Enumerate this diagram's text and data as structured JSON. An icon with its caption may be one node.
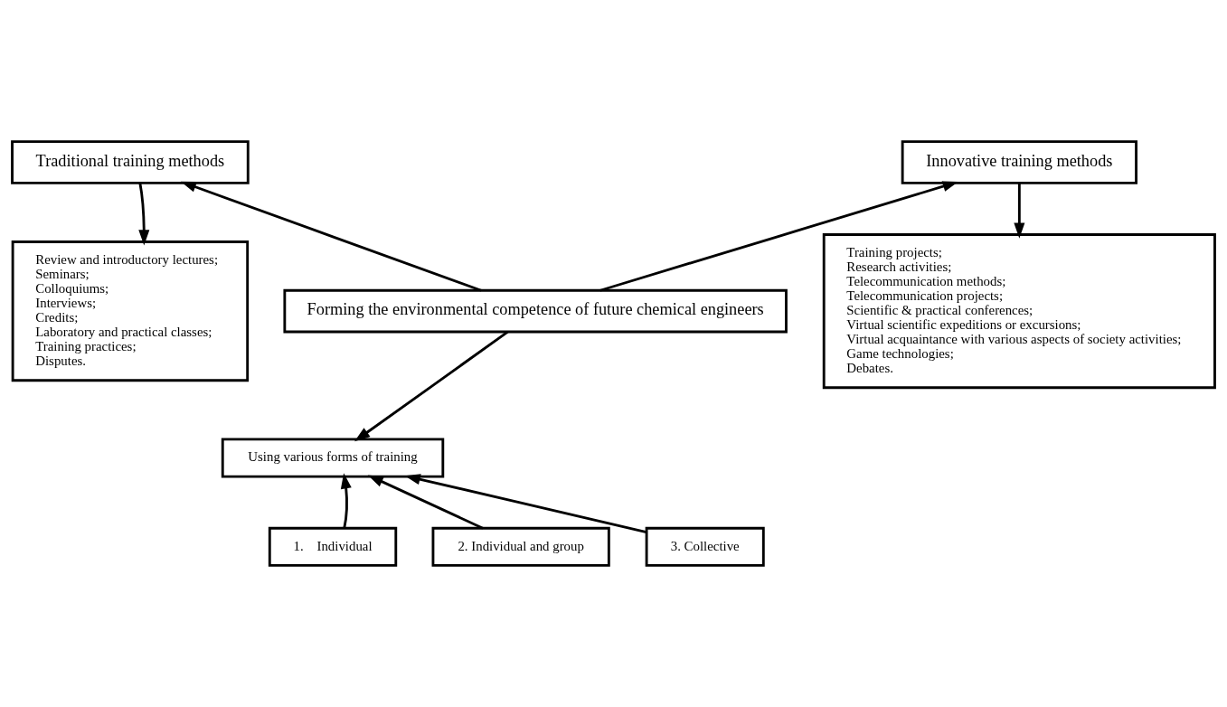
{
  "diagram": {
    "nodes": [
      {
        "text": [
          "Traditional training methods"
        ]
      },
      {
        "text": [
          "Innovative training methods"
        ]
      },
      {
        "text": [
          "Review and introductory lectures;",
          "Seminars;",
          "Colloquiums;",
          "Interviews;",
          "Credits;",
          "Laboratory and practical classes;",
          "Training practices;",
          "Disputes."
        ]
      },
      {
        "text": [
          "Forming the environmental competence of future chemical engineers"
        ]
      },
      {
        "text": [
          "Training projects;",
          "Research activities;",
          "Telecommunication methods;",
          "Telecommunication projects;",
          "Scientific & practical conferences;",
          "Virtual scientific expeditions or excursions;",
          "Virtual acquaintance with various aspects of society activities;",
          "Game technologies;",
          "Debates."
        ]
      },
      {
        "text": [
          "Using various forms of training"
        ]
      },
      {
        "text": [
          "1.    Individual"
        ]
      },
      {
        "text": [
          "2. Individual and group"
        ]
      },
      {
        "text": [
          "3. Collective"
        ]
      }
    ],
    "edges": [
      {
        "from": 0,
        "to": 2,
        "arrow": "to"
      },
      {
        "from": 3,
        "to": 0,
        "arrow": "to"
      },
      {
        "from": 3,
        "to": 1,
        "arrow": "to"
      },
      {
        "from": 1,
        "to": 4,
        "arrow": "to"
      },
      {
        "from": 3,
        "to": 5,
        "arrow": "to"
      },
      {
        "from": 6,
        "to": 5,
        "arrow": "to"
      },
      {
        "from": 7,
        "to": 5,
        "arrow": "to"
      },
      {
        "from": 8,
        "to": 5,
        "arrow": "to"
      }
    ]
  }
}
